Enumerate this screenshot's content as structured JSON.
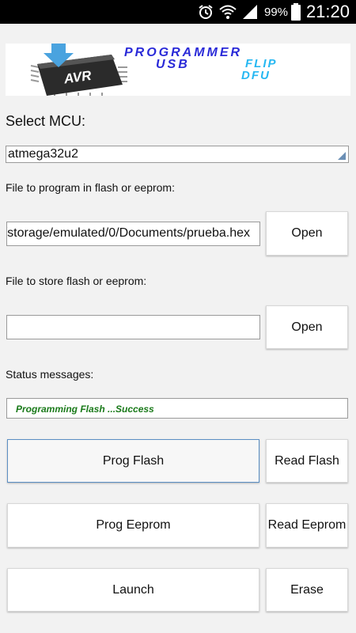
{
  "status_bar": {
    "battery_percent": "99%",
    "time": "21:20"
  },
  "banner": {
    "title": "PROGRAMMER",
    "usb": "USB",
    "flip": "FLIP",
    "dfu": "DFU",
    "chip_label": "AVR"
  },
  "mcu": {
    "label": "Select MCU:",
    "selected": "atmega32u2"
  },
  "program_file": {
    "label": "File to program in flash or eeprom:",
    "value": "/storage/emulated/0/Documents/prueba.hex",
    "open_label": "Open"
  },
  "store_file": {
    "label": "File to store flash or eeprom:",
    "value": "",
    "open_label": "Open"
  },
  "status": {
    "label": "Status messages:",
    "message": "Programming Flash ...Success"
  },
  "actions": {
    "prog_flash": "Prog Flash",
    "read_flash": "Read Flash",
    "prog_eeprom": "Prog Eeprom",
    "read_eeprom": "Read Eeprom",
    "launch": "Launch",
    "erase": "Erase"
  }
}
